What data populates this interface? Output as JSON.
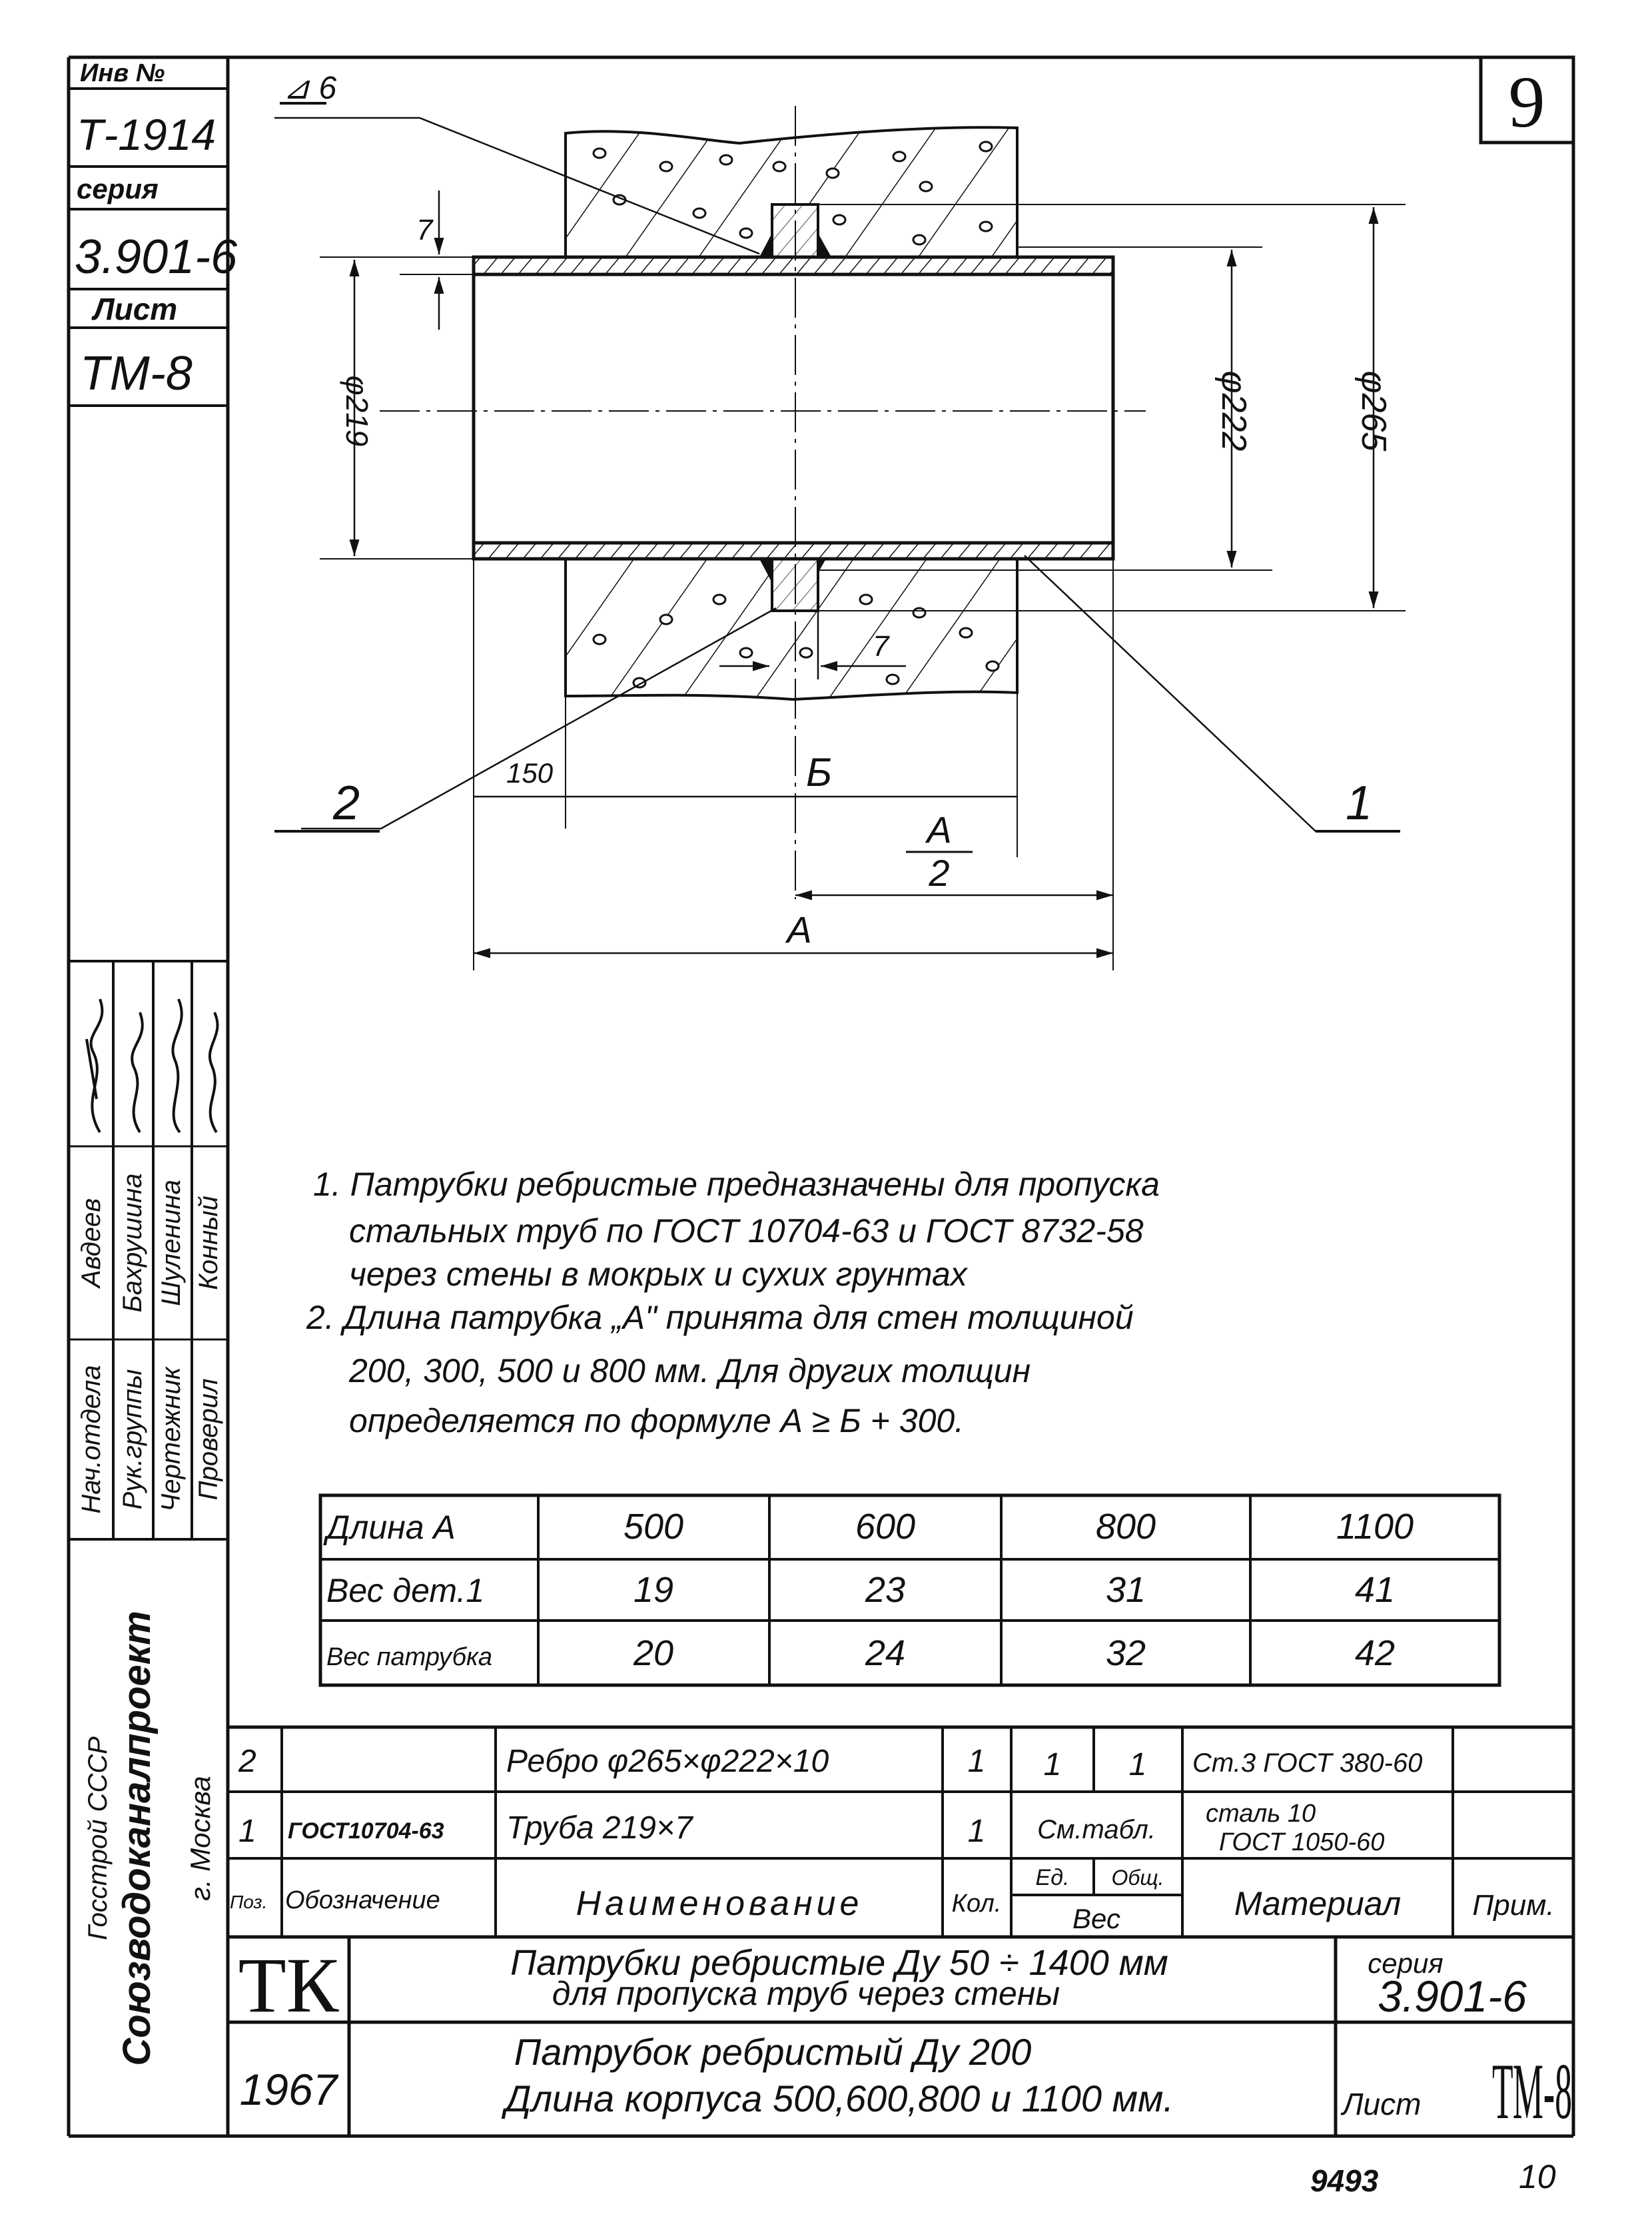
{
  "sheet_number": "9",
  "left_strip": {
    "inv_label": "Инв №",
    "inv_value": "Т-1914",
    "series_label": "серия",
    "series_value": "3.901-6",
    "sheet_label": "Лист",
    "sheet_value": "ТМ-8"
  },
  "signatures": {
    "roles": [
      "Нач.отдела",
      "Рук.группы",
      "Чертежник",
      "Проверил"
    ],
    "names": [
      "Авдеев",
      "Бахрушина",
      "Шуленина",
      "Конный"
    ],
    "org_line1": "Госстрой СССР",
    "org_line2": "Союзводоканалпроект",
    "org_line3": "г. Москва"
  },
  "drawing": {
    "weld_mark": "⊿ 6",
    "dim_d219": "φ219",
    "dim_d222": "φ222",
    "dim_d265": "φ265",
    "dim_7_top": "7",
    "dim_7_bottom": "7",
    "dim_150": "150",
    "dim_B": "Б",
    "dim_A_half_num": "А",
    "dim_A_half_den": "2",
    "dim_A": "А",
    "pos_1": "1",
    "pos_2": "2"
  },
  "notes": [
    "1. Патрубки ребристые предназначены для пропуска",
    "стальных труб по ГОСТ 10704-63 и ГОСТ 8732-58",
    "через стены в мокрых и сухих грунтах",
    "2. Длина патрубка „А\" принята для стен толщиной",
    "200, 300, 500 и 800 мм. Для других толщин",
    "определяется по формуле А ≥ Б + 300."
  ],
  "length_table": {
    "rows": [
      [
        "Длина А",
        "500",
        "600",
        "800",
        "1100"
      ],
      [
        "Вес дет.1",
        "19",
        "23",
        "31",
        "41"
      ],
      [
        "Вес патрубка",
        "20",
        "24",
        "32",
        "42"
      ]
    ]
  },
  "spec_table": {
    "rows": [
      {
        "pos": "2",
        "designation": "",
        "name": "Ребро φ265×φ222×10",
        "qty": "1",
        "unit_weight": "1",
        "total_weight": "1",
        "material": "Ст.3 ГОСТ 380-60",
        "note": ""
      },
      {
        "pos": "1",
        "designation": "ГОСТ10704-63",
        "name": "Труба 219×7",
        "qty": "1",
        "weight": "См.табл.",
        "material_line1": "сталь 10",
        "material_line2": "ГОСТ 1050-60",
        "note": ""
      }
    ],
    "header": {
      "pos": "Поз.",
      "designation": "Обозначение",
      "name": "Наименование",
      "qty": "Кол.",
      "unit": "Ед.",
      "total": "Общ.",
      "weight": "Вес",
      "material": "Материал",
      "note": "Прим."
    }
  },
  "title_block": {
    "org_mark": "ТК",
    "title_line1": "Патрубки ребристые  Ду 50 ÷ 1400 мм",
    "title_line2": "для пропуска труб через стены",
    "series_label": "серия",
    "series_value": "3.901-6",
    "year": "1967",
    "subtitle_line1": "Патрубок ребристый Ду 200",
    "subtitle_line2": "Длина корпуса 500,600,800 и 1100 мм.",
    "sheet_label": "Лист",
    "sheet_value": "ТМ-8"
  },
  "footer": {
    "doc_number": "9493",
    "page": "10"
  }
}
